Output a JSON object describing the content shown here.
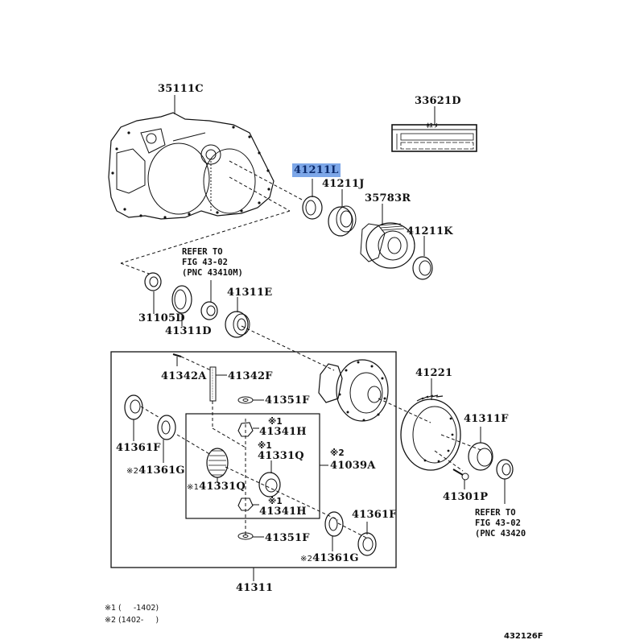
{
  "diagram": {
    "figure_number": "432126F",
    "highlight_color": "#7da7e8",
    "parts": {
      "case": "35111C",
      "label_plate": "33621D",
      "label_plate_header": "ﾎｽ ﾒ",
      "seal_l": "41211L",
      "bearing_j": "41211J",
      "drive_gear": "35783R",
      "bearing_k": "41211K",
      "seal_31105d": "31105D",
      "shim_41311d": "41311D",
      "bearing_41311e": "41311E",
      "pin_41342a": "41342A",
      "shaft_41342f": "41342F",
      "washer_41351f_top": "41351F",
      "pinion_41341h_top": "41341H",
      "side_gear_41331q_right": "41331Q",
      "set_41039a": "41039A",
      "side_gear_41331q_left": "41331Q",
      "pinion_41341h_bottom": "41341H",
      "washer_41351f_bottom": "41351F",
      "bearing_41361f_left": "41361F",
      "washer_41361g_left": "41361G",
      "bearing_41361f_right": "41361F",
      "washer_41361g_right": "41361G",
      "ring_gear": "41221",
      "bearing_41311f": "41311F",
      "bolt_41301p": "41301P",
      "assembly": "41311"
    },
    "marks": {
      "m1": "※1",
      "m2": "※2"
    },
    "refer_top": [
      "REFER TO",
      "FIG 43-02",
      "(PNC 43410M)"
    ],
    "refer_right": [
      "REFER TO",
      "FIG 43-02",
      "(PNC 43420"
    ],
    "footnotes": [
      "※1 (     -1402)",
      "※2 (1402-     )"
    ]
  }
}
